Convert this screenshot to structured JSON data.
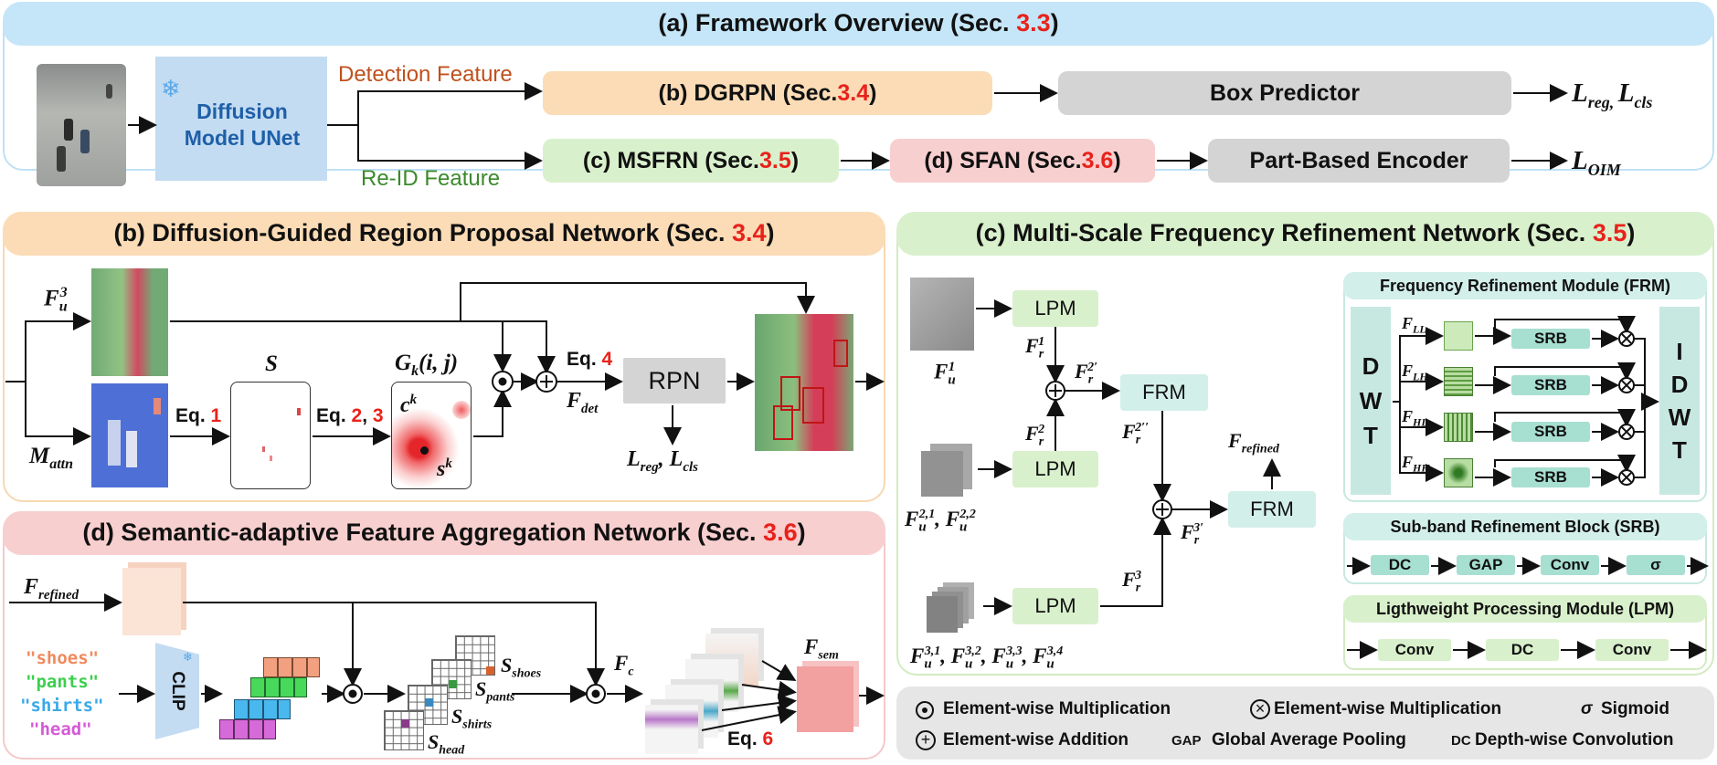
{
  "overview": {
    "title_prefix": "(a) Framework Overview (Sec. ",
    "title_ref": "3.3",
    "title_suffix": ")",
    "backbone_line1": "Diffusion",
    "backbone_line2": "Model UNet",
    "detection_feature": "Detection Feature",
    "reid_feature": "Re-ID Feature",
    "dgrpn_prefix": "(b) DGRPN (Sec. ",
    "dgrpn_ref": "3.4",
    "msfrn_prefix": "(c) MSFRN (Sec. ",
    "msfrn_ref": "3.5",
    "sfan_prefix": "(d) SFAN (Sec. ",
    "sfan_ref": "3.6",
    "close_paren": ")",
    "box_predictor": "Box Predictor",
    "part_encoder": "Part-Based Encoder",
    "loss_reg": "L",
    "loss_reg_sub": "reg, ",
    "loss_cls": "L",
    "loss_cls_sub": "cls",
    "loss_oim": "L",
    "loss_oim_sub": "OIM"
  },
  "dgrpn": {
    "title_prefix": "(b) Diffusion-Guided Region Proposal Network (Sec. ",
    "title_ref": "3.4",
    "title_suffix": ")",
    "fu3": "F",
    "fu3_sub": "u",
    "fu3_sup": "3",
    "mattn": "M",
    "mattn_sub": "attn",
    "eq1_prefix": "Eq. ",
    "eq1_ref": "1",
    "eq23_prefix": "Eq. ",
    "eq2_ref": "2",
    "eq_comma": ", ",
    "eq3_ref": "3",
    "eq4_prefix": "Eq. ",
    "eq4_ref": "4",
    "s_label": "S",
    "gk_label": "G",
    "gk_sub": "k",
    "gk_args": "(i, j)",
    "ck": "c",
    "ck_sup": "k",
    "sk": "s",
    "sk_sup": "k",
    "fdet": "F",
    "fdet_sub": "det",
    "rpn": "RPN",
    "loss_l1": "L",
    "loss_l1_sub": "reg",
    "loss_sep": ", ",
    "loss_l2": "L",
    "loss_l2_sub": "cls"
  },
  "msfrn": {
    "title_prefix": "(c) Multi-Scale Frequency Refinement Network (Sec. ",
    "title_ref": "3.5",
    "title_suffix": ")",
    "lpm": "LPM",
    "frm": "FRM",
    "fu1": "F",
    "fu1_sub": "u",
    "fu1_sup": "1",
    "fu2": "F",
    "fu2_sub": "u",
    "fu2_sup_a": "2,1",
    "fu2_sep": ", ",
    "fu2_sup_b": "2,2",
    "fu3_sup_a": "3,1",
    "fu3_sup_b": "3,2",
    "fu3_sup_c": "3,3",
    "fu3_sup_d": "3,4",
    "fr": "F",
    "fr_sub": "r",
    "fr1_sup": "1",
    "fr2_sup": "2",
    "fr2p_sup": "2′",
    "fr2pp_sup": "2′′",
    "fr3_sup": "3",
    "fr3p_sup": "3′",
    "frefined": "F",
    "frefined_sub": "refined",
    "frm_title": "Frequency Refinement Module (FRM)",
    "dwt": [
      "D",
      "W",
      "T"
    ],
    "idwt": [
      "I",
      "D",
      "W",
      "T"
    ],
    "subbands": [
      {
        "name": "F",
        "sub": "LL"
      },
      {
        "name": "F",
        "sub": "LH"
      },
      {
        "name": "F",
        "sub": "HL"
      },
      {
        "name": "F",
        "sub": "HH"
      }
    ],
    "srb": "SRB",
    "srb_title": "Sub-band Refinement Block (SRB)",
    "srb_chain": [
      "DC",
      "GAP",
      "Conv",
      "σ"
    ],
    "lpm_title": "Ligthweight Processing Module (LPM)",
    "lpm_chain": [
      "Conv",
      "DC",
      "Conv"
    ]
  },
  "sfan": {
    "title_prefix": "(d) Semantic-adaptive Feature Aggregation Network (Sec. ",
    "title_ref": "3.6",
    "title_suffix": ")",
    "frefined": "F",
    "frefined_sub": "refined",
    "words": [
      {
        "text": "\"shoes\"",
        "color": "#f08a5d"
      },
      {
        "text": "\"pants\"",
        "color": "#3ccf4e"
      },
      {
        "text": "\"shirts\"",
        "color": "#3aa9e8"
      },
      {
        "text": "\"head\"",
        "color": "#d45bd6"
      }
    ],
    "clip": "CLIP",
    "s": "S",
    "s_shoes": "shoes",
    "s_pants": "pants",
    "s_shirts": "shirts",
    "s_head": "head",
    "fc": "F",
    "fc_sub": "c",
    "fsem": "F",
    "fsem_sub": "sem",
    "eq6_prefix": "Eq. ",
    "eq6_ref": "6"
  },
  "legend": {
    "dot_mult": "Element-wise Multiplication",
    "cross_mult": "Element-wise Multiplication",
    "sigma": "σ",
    "sigma_text": "Sigmoid",
    "add": "Element-wise Addition",
    "gap": "GAP",
    "gap_text": "Global Average Pooling",
    "dc": "DC",
    "dc_text": "Depth-wise Convolution"
  },
  "colors": {
    "panel_a": "#ddf0fb",
    "panel_a_head": "#c5e6f8",
    "panel_b": "#fdf1e4",
    "panel_b_head": "#fbdcb6",
    "panel_c": "#eef8e7",
    "panel_c_head": "#d9f0cc",
    "panel_d": "#fdecec",
    "panel_d_head": "#f8cfcf",
    "legend_bg": "#e6e6e6",
    "accent_red": "#e8221b"
  }
}
